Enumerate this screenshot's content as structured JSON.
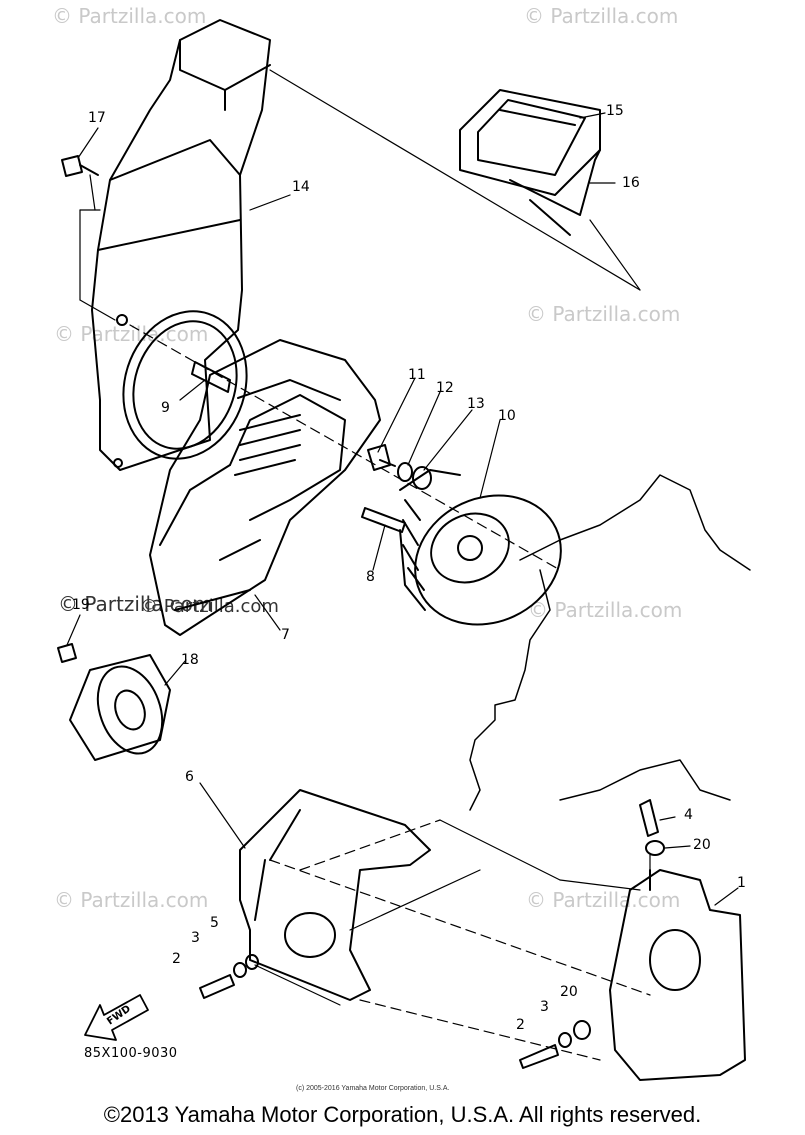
{
  "watermarks": [
    "© Partzilla.com",
    "© Partzilla.com",
    "© Partzilla.com",
    "© Partzilla.com",
    "© Partzilla.com",
    "© Partzilla.com",
    "© Partzilla.com",
    "© Partzilla.com",
    "© Partzilla.com"
  ],
  "callouts": {
    "c1": "1",
    "c2a": "2",
    "c2b": "2",
    "c3a": "3",
    "c3b": "3",
    "c4": "4",
    "c5": "5",
    "c6": "6",
    "c7": "7",
    "c8": "8",
    "c9": "9",
    "c10": "10",
    "c11": "11",
    "c12": "12",
    "c13": "13",
    "c14": "14",
    "c15": "15",
    "c16": "16",
    "c17": "17",
    "c18": "18",
    "c19": "19",
    "c20a": "20",
    "c20b": "20"
  },
  "fwd_label": "FWD",
  "diagram_code": "85X100-9030",
  "small_copyright": "(c) 2005-2016 Yamaha Motor Corporation, U.S.A.",
  "footer": "©2013 Yamaha Motor Corporation, U.S.A. All rights reserved."
}
